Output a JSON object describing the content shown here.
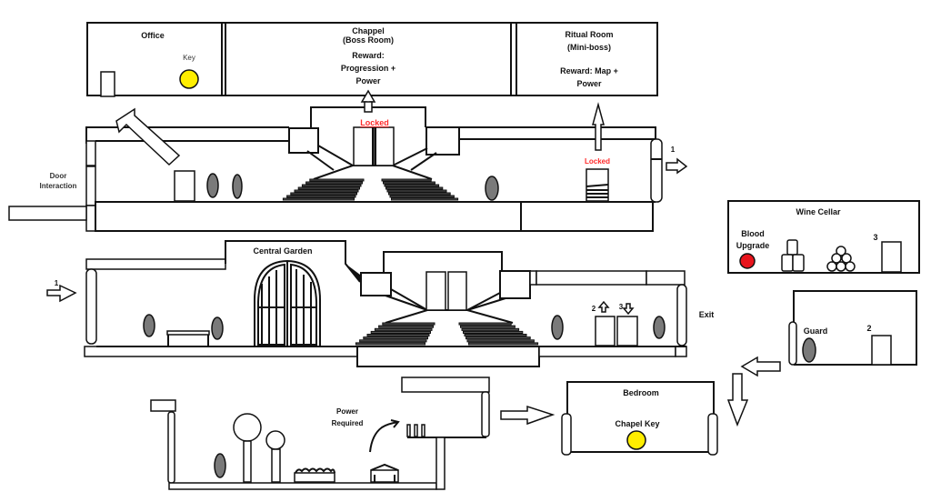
{
  "diagram": {
    "title": "Level Layout Map",
    "colors": {
      "line": "#111111",
      "locked": "#ff2a2a",
      "key": "#ffee00",
      "blood_upgrade": "#e8141c",
      "enemy": "#7a7a7a"
    },
    "rooms": {
      "office": {
        "name": "Office",
        "item": "Key"
      },
      "chappel": {
        "name": "Chappel",
        "subtitle": "(Boss Room)",
        "reward_line1": "Reward:",
        "reward_line2": "Progression +",
        "reward_line3": "Power"
      },
      "ritual": {
        "name": "Ritual Room",
        "subtitle": "(Mini-boss)",
        "reward_line1": "Reward: Map +",
        "reward_line2": "Power"
      },
      "wine_cellar": {
        "name": "Wine Cellar",
        "item_line1": "Blood",
        "item_line2": "Upgrade",
        "door_number": "3"
      },
      "guard_room": {
        "enemy": "Guard",
        "door_number": "2"
      },
      "central_garden": {
        "name": "Central Garden"
      },
      "bedroom": {
        "name": "Bedroom",
        "item": "Chapel Key"
      }
    },
    "labels": {
      "door_interaction_1": "Door",
      "door_interaction_2": "Interaction",
      "locked_chapel": "Locked",
      "locked_ritual": "Locked",
      "exit_upper": "1",
      "entry_lower": "1",
      "door_up": "2",
      "door_down": "3",
      "exit": "Exit",
      "power_required_1": "Power",
      "power_required_2": "Required"
    }
  }
}
